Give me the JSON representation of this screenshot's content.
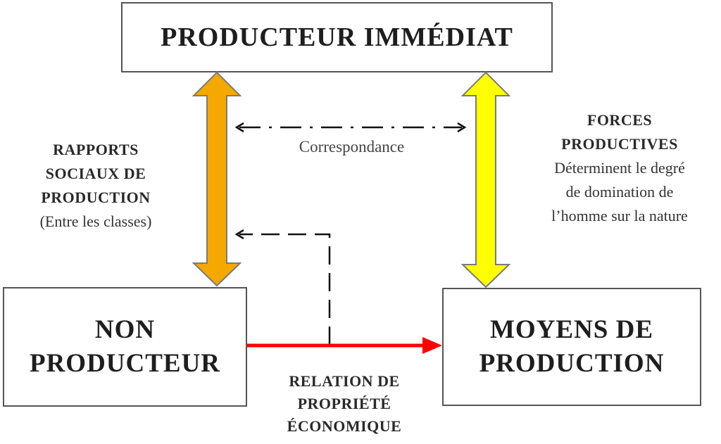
{
  "boxes": {
    "top": "PRODUCTEUR IMMÉDIAT",
    "left_line1": "NON",
    "left_line2": "PRODUCTEUR",
    "right_line1": "MOYENS DE",
    "right_line2": "PRODUCTION"
  },
  "labels": {
    "rapports_line1": "RAPPORTS",
    "rapports_line2": "SOCIAUX DE",
    "rapports_line3": "PRODUCTION",
    "rapports_sub": "(Entre les classes)",
    "forces_line1": "FORCES",
    "forces_line2": "PRODUCTIVES",
    "forces_desc1": "Déterminent  le degré",
    "forces_desc2": "de domination de",
    "forces_desc3": "l’homme sur la nature",
    "correspondance": "Correspondance",
    "relation_line1": "RELATION DE",
    "relation_line2": "PROPRIÉTÉ",
    "relation_line3": "ÉCONOMIQUE"
  },
  "colors": {
    "rapports_arrow": "#f5a800",
    "forces_arrow": "#ffff00",
    "relation_arrow": "#ff0000",
    "box_border": "#555555"
  }
}
